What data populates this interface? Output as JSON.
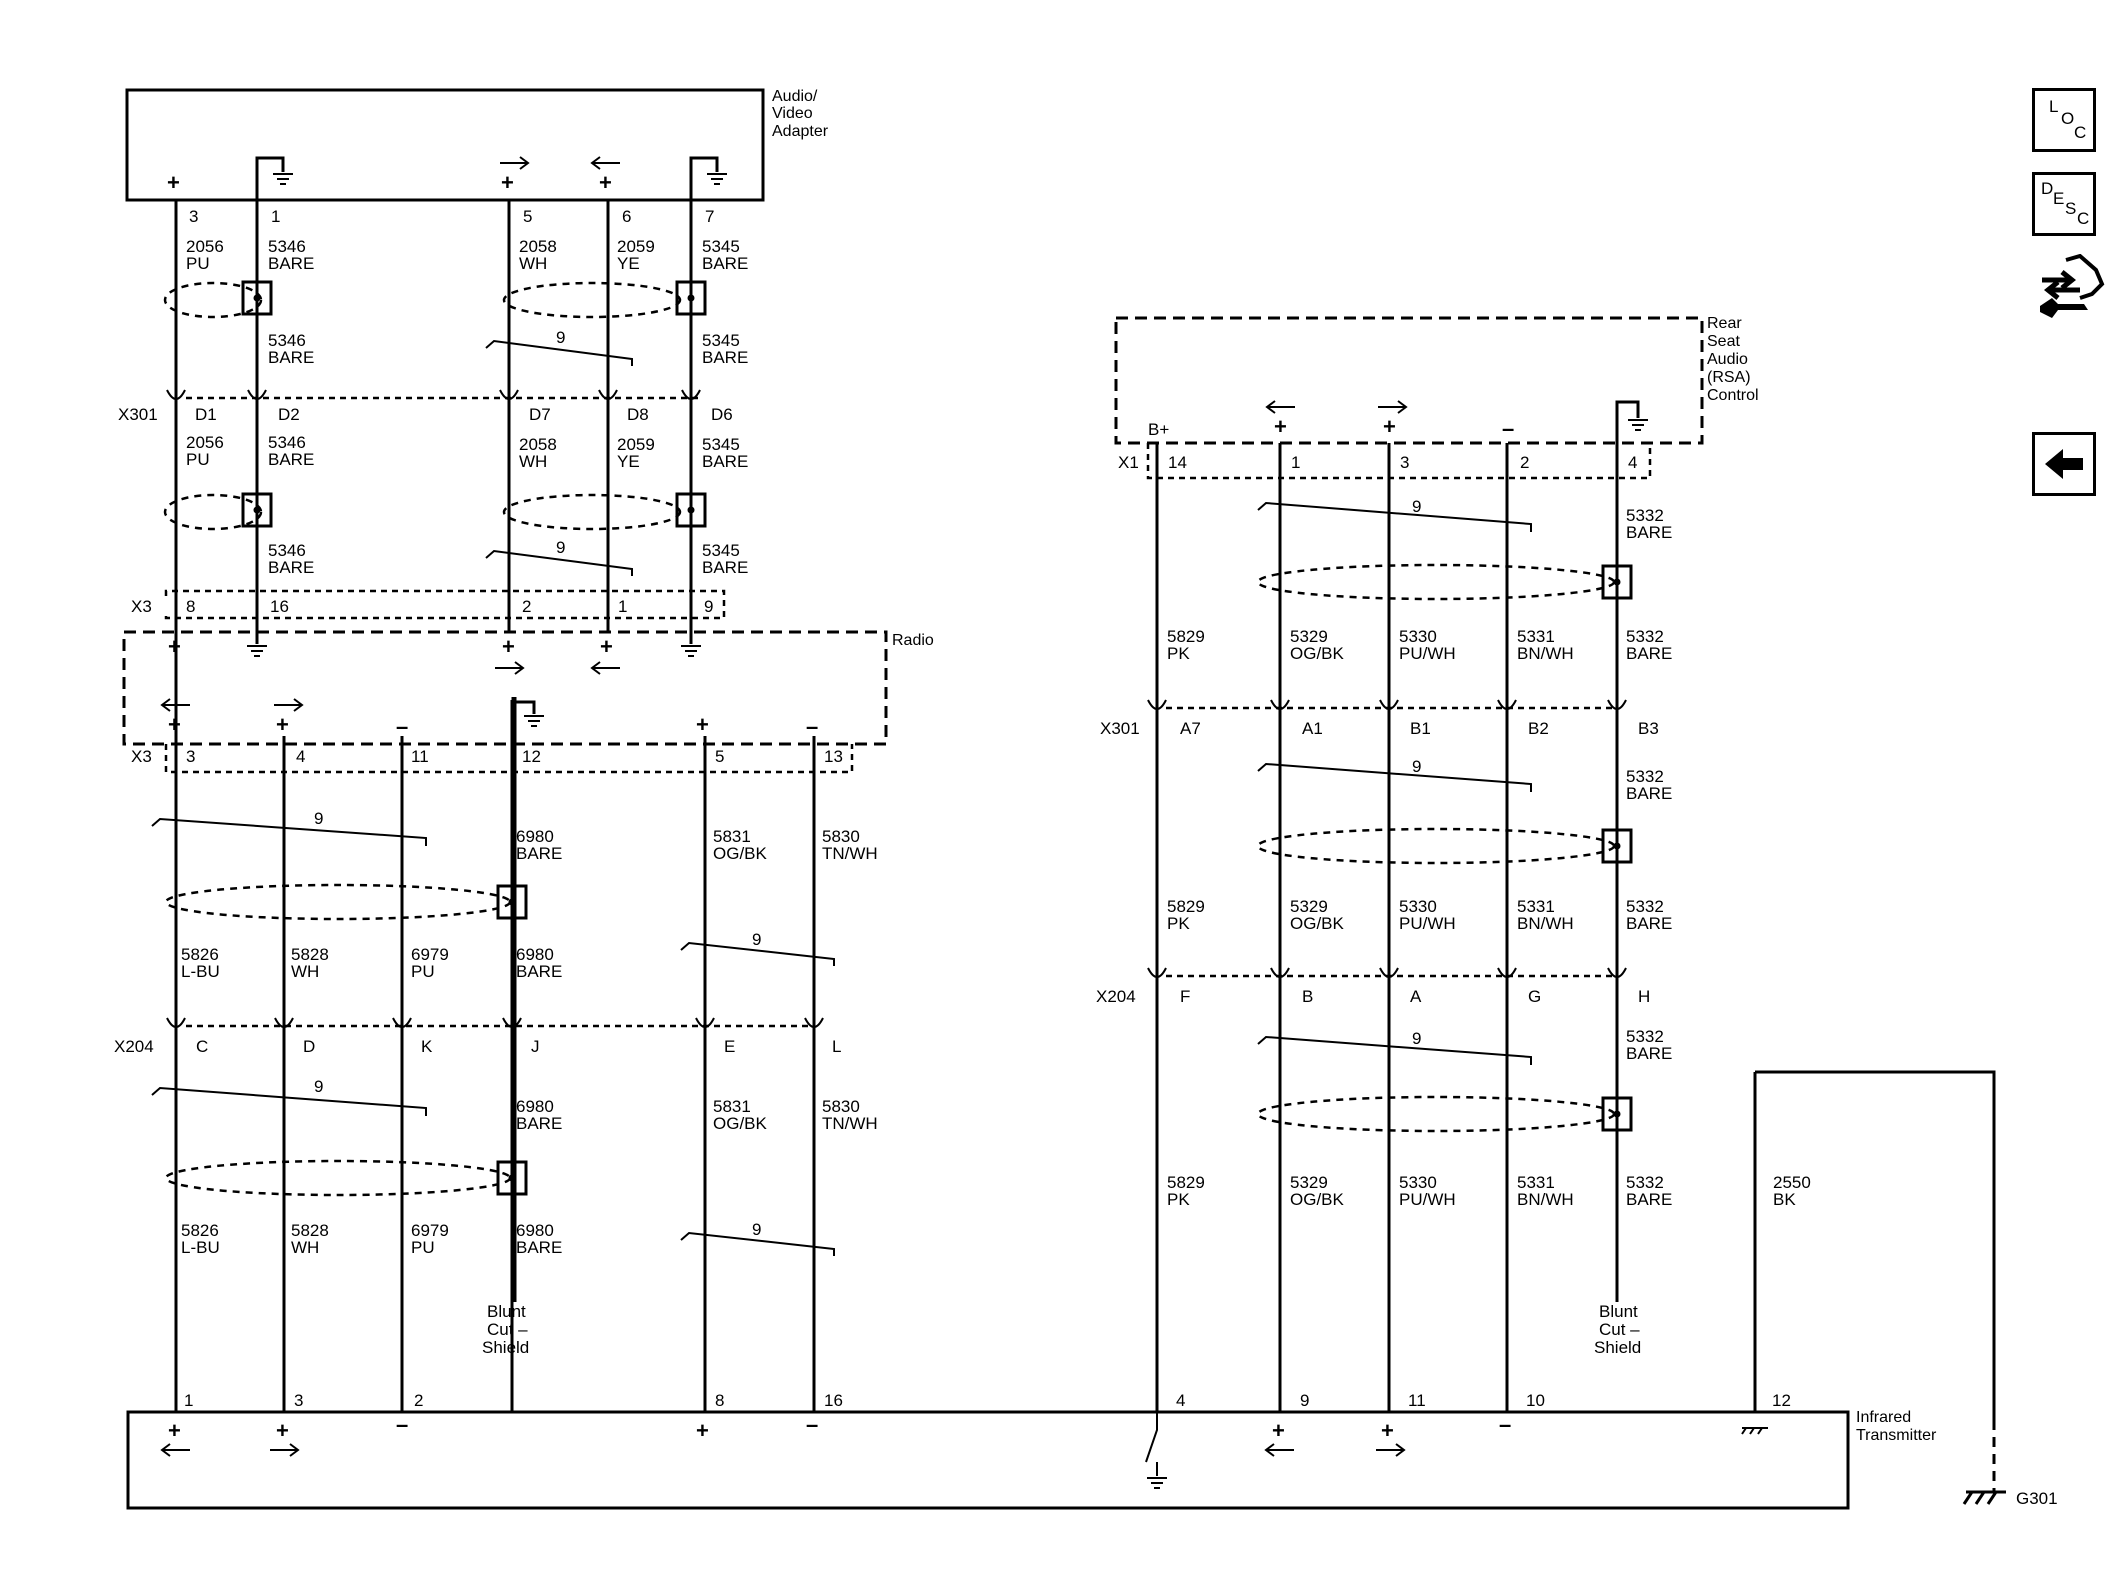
{
  "components": {
    "av_adapter": [
      "Audio/",
      "Video",
      "Adapter"
    ],
    "radio": "Radio",
    "rsa": [
      "Rear",
      "Seat",
      "Audio",
      "(RSA)",
      "Control"
    ],
    "ir": [
      "Infrared",
      "Transmitter"
    ],
    "ground": "G301"
  },
  "blunt_cut": [
    "Blunt",
    "Cut –",
    "Shield"
  ],
  "connectors": {
    "x301": "X301",
    "x3": "X3",
    "x204": "X204",
    "x1": "X1"
  },
  "twist_label": "9",
  "symbols": {
    "plus": "+",
    "minus": "–",
    "bplus": "B+"
  },
  "nav": {
    "loc": [
      "L",
      "O",
      "C"
    ],
    "desc": [
      "D",
      "E",
      "S",
      "C"
    ],
    "tool_icon": "connector-tool-icon",
    "back_icon": "back-arrow-icon"
  },
  "left": {
    "av_pins": [
      {
        "pin": "3",
        "circuit": "2056",
        "color": "PU"
      },
      {
        "pin": "1",
        "circuit": "5346",
        "color": "BARE"
      },
      {
        "pin": "5",
        "circuit": "2058",
        "color": "WH"
      },
      {
        "pin": "6",
        "circuit": "2059",
        "color": "YE"
      },
      {
        "pin": "7",
        "circuit": "5345",
        "color": "BARE"
      }
    ],
    "shield_mid": [
      {
        "circuit": "5346",
        "color": "BARE"
      },
      {
        "circuit": "5345",
        "color": "BARE"
      }
    ],
    "x301_pins": [
      {
        "pin": "D1",
        "circuit": "2056",
        "color": "PU"
      },
      {
        "pin": "D2",
        "circuit": "5346",
        "color": "BARE"
      },
      {
        "pin": "D7",
        "circuit": "2058",
        "color": "WH"
      },
      {
        "pin": "D8",
        "circuit": "2059",
        "color": "YE"
      },
      {
        "pin": "D6",
        "circuit": "5345",
        "color": "BARE"
      }
    ],
    "shield_low": [
      {
        "circuit": "5346",
        "color": "BARE"
      },
      {
        "circuit": "5345",
        "color": "BARE"
      }
    ],
    "x3_top_pins": [
      "8",
      "16",
      "2",
      "1",
      "9"
    ],
    "x3_bottom_pins": [
      {
        "pin": "3",
        "circuit": "5826",
        "color": "L-BU"
      },
      {
        "pin": "4",
        "circuit": "5828",
        "color": "WH"
      },
      {
        "pin": "11",
        "circuit": "6979",
        "color": "PU"
      },
      {
        "pin": "12",
        "circuit": "6980",
        "color": "BARE"
      },
      {
        "pin": "5",
        "circuit": "5831",
        "color": "OG/BK"
      },
      {
        "pin": "13",
        "circuit": "5830",
        "color": "TN/WH"
      }
    ],
    "x204_pins": [
      "C",
      "D",
      "K",
      "J",
      "E",
      "L"
    ],
    "ir_pins": [
      "1",
      "3",
      "2",
      "8",
      "16"
    ]
  },
  "right": {
    "x1_pins": [
      "14",
      "1",
      "3",
      "2",
      "4"
    ],
    "circuits": [
      {
        "circuit": "5829",
        "color": "PK"
      },
      {
        "circuit": "5329",
        "color": "OG/BK"
      },
      {
        "circuit": "5330",
        "color": "PU/WH"
      },
      {
        "circuit": "5331",
        "color": "BN/WH"
      },
      {
        "circuit": "5332",
        "color": "BARE"
      }
    ],
    "x301_pins": [
      "A7",
      "A1",
      "B1",
      "B2",
      "B3"
    ],
    "x204_pins": [
      "F",
      "B",
      "A",
      "G",
      "H"
    ],
    "ir_pins": [
      "4",
      "9",
      "11",
      "10"
    ],
    "ground_circuit": {
      "circuit": "2550",
      "color": "BK",
      "pin": "12"
    }
  }
}
